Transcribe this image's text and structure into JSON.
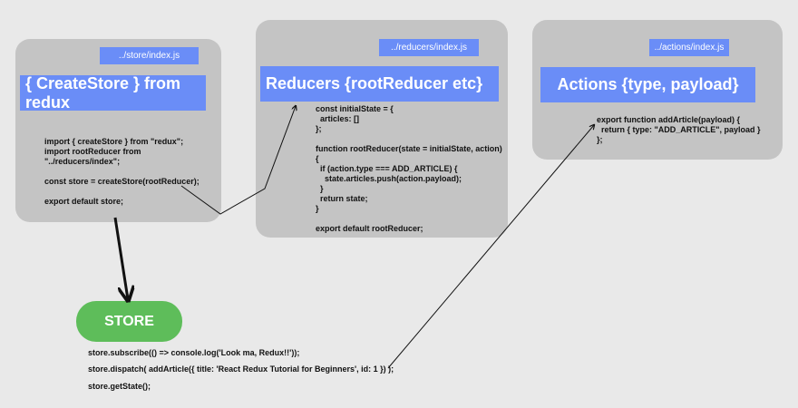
{
  "store_panel": {
    "path": "../store/index.js",
    "header": "{ CreateStore } from redux",
    "code": "import { createStore } from \"redux\";\nimport rootReducer from\n\"../reducers/index\";\n\nconst store = createStore(rootReducer);\n\nexport default store;"
  },
  "reducers_panel": {
    "path": "../reducers/index.js",
    "header": "Reducers {rootReducer etc}",
    "code": "const initialState = {\n  articles: []\n};\n\nfunction rootReducer(state = initialState, action)\n{\n  if (action.type === ADD_ARTICLE) {\n    state.articles.push(action.payload);\n  }\n  return state;\n}\n\nexport default rootReducer;"
  },
  "actions_panel": {
    "path": "../actions/index.js",
    "header": "Actions {type, payload}",
    "code": "export function addArticle(payload) {\n  return { type: \"ADD_ARTICLE\", payload }\n};"
  },
  "store_node": {
    "label": "STORE",
    "lines": [
      "store.subscribe(() => console.log('Look ma, Redux!!'));",
      "store.dispatch( addArticle({ title: 'React Redux Tutorial for Beginners', id: 1 }) );",
      "store.getState();"
    ]
  },
  "colors": {
    "background": "#e9e9e9",
    "panel": "#c4c4c4",
    "accent_blue": "#6a8df7",
    "store_green": "#5ebd5a"
  }
}
